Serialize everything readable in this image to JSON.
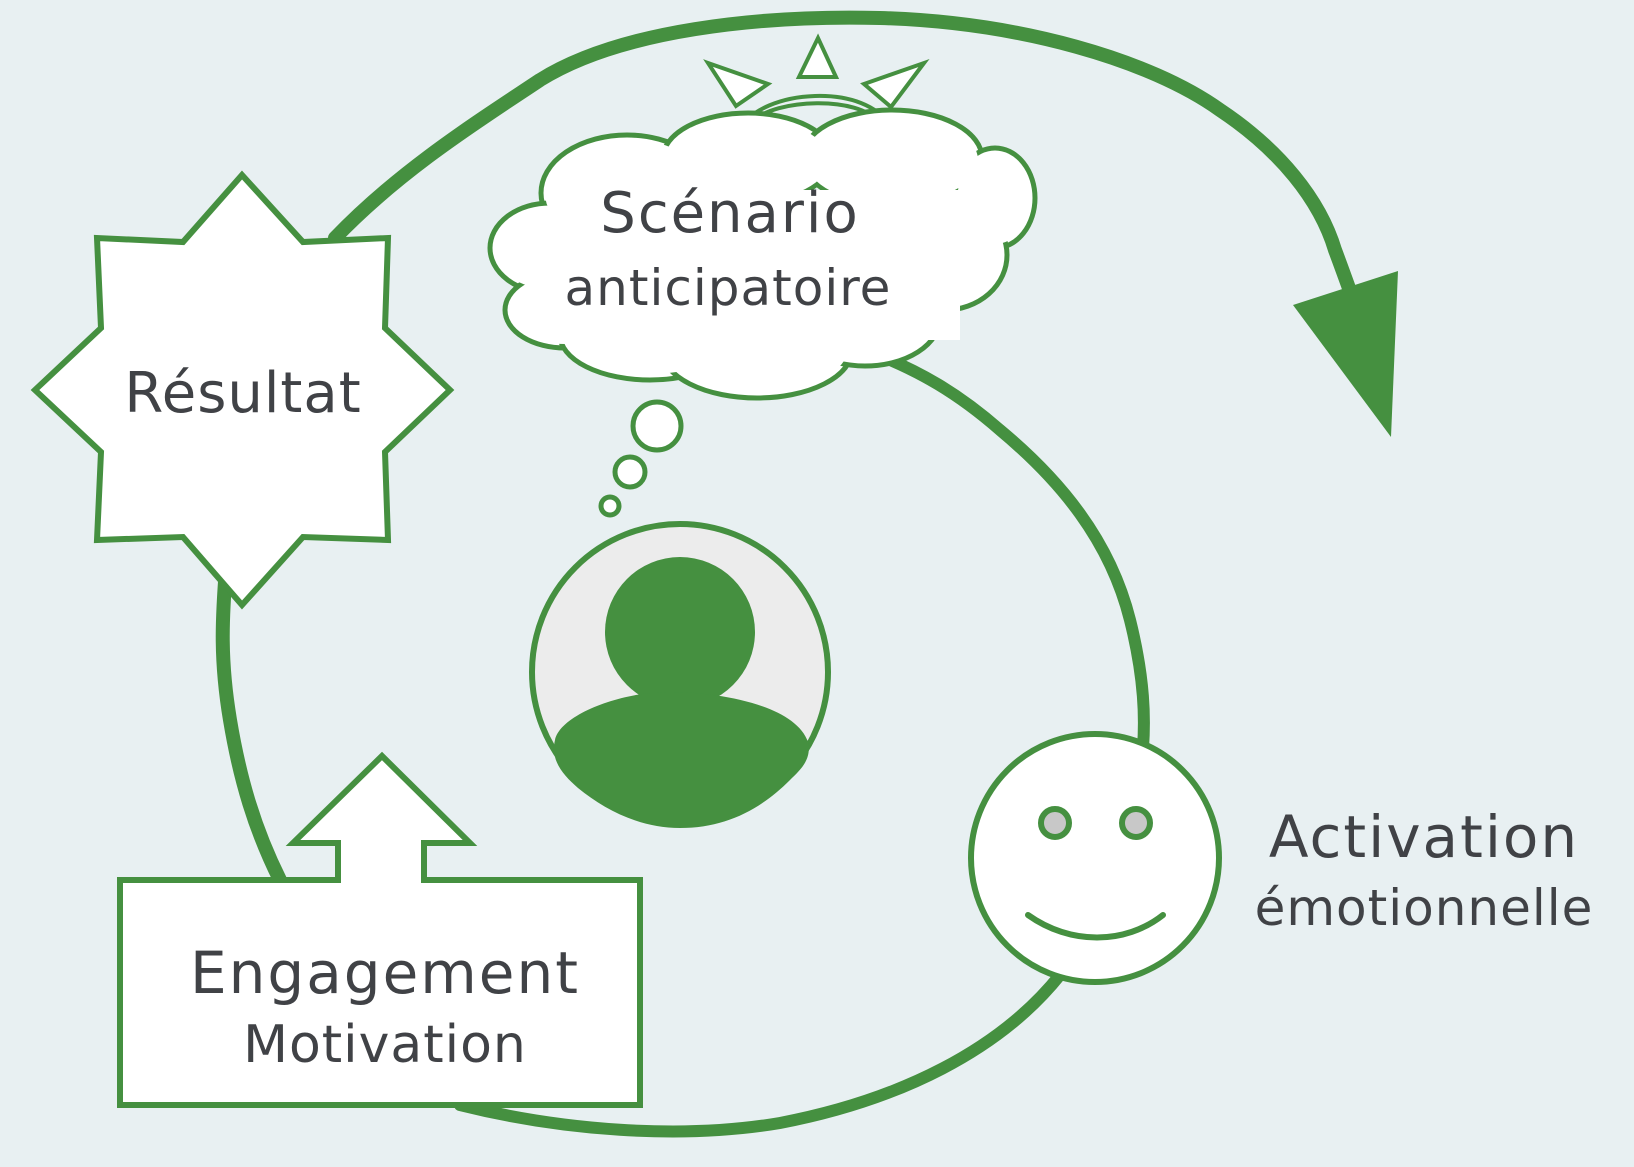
{
  "colors": {
    "background": "#e8f0f2",
    "accent_green": "#459040",
    "text": "#404246",
    "node_fill": "#ffffff",
    "person_circle_fill": "#ececec",
    "eye_fill": "#c8c8c8"
  },
  "nodes": {
    "scenario": {
      "line1": "Scénario",
      "line2": "anticipatoire",
      "shape": "cloud"
    },
    "resultat": {
      "label": "Résultat",
      "shape": "eight-point-star"
    },
    "engagement": {
      "line1": "Engagement",
      "line2": "Motivation",
      "shape": "box-with-up-arrow"
    },
    "activation": {
      "line1": "Activation",
      "line2": "émotionnelle",
      "shape": "smiley"
    },
    "person": {
      "shape": "person-avatar"
    }
  },
  "icons": [
    "cloud-icon",
    "sun-icon",
    "person-icon",
    "smiley-icon",
    "star-icon",
    "up-arrow-icon",
    "cycle-arrow-icon"
  ]
}
